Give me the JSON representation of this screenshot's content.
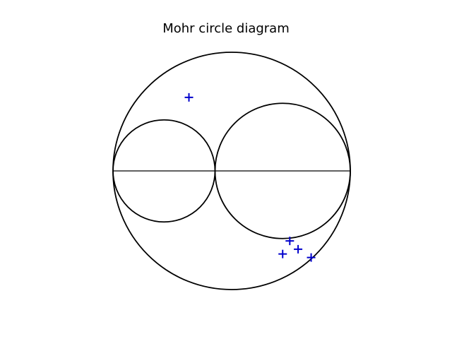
{
  "title": "Mohr circle diagram",
  "colors": {
    "outline": "#000000",
    "marker": "#0000cc",
    "background": "#ffffff"
  },
  "circles": [
    {
      "name": "outer-circle",
      "center": [
        0,
        0
      ],
      "radius": 1.0
    },
    {
      "name": "left-circle",
      "center": [
        -0.57,
        0
      ],
      "radius": 0.43
    },
    {
      "name": "right-circle",
      "center": [
        0.43,
        0
      ],
      "radius": 0.57
    }
  ],
  "axis_line": {
    "from": [
      -1.0,
      0
    ],
    "to": [
      1.0,
      0
    ]
  },
  "points": [
    {
      "x": -0.36,
      "y": 0.62
    },
    {
      "x": 0.49,
      "y": -0.59
    },
    {
      "x": 0.56,
      "y": -0.66
    },
    {
      "x": 0.43,
      "y": -0.7
    },
    {
      "x": 0.67,
      "y": -0.73
    }
  ],
  "marker_symbol": "plus"
}
